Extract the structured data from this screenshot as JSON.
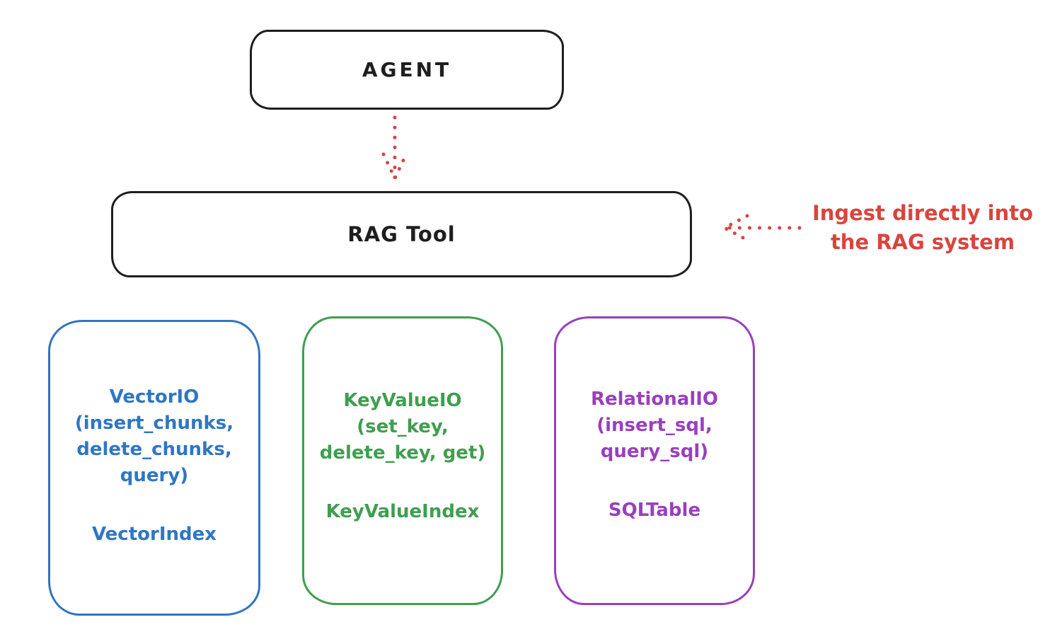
{
  "colors": {
    "ink": "#1e1e1e",
    "red": "#d8453c",
    "blue": "#2f76c4",
    "green": "#3f9e4f",
    "purple": "#9a3fbd",
    "canvas": "#ffffff"
  },
  "nodes": {
    "agent": {
      "label": "AGENT"
    },
    "rag_tool": {
      "label": "RAG Tool"
    },
    "vector_io": {
      "color": "#2f76c4",
      "lines": [
        "VectorIO",
        "(insert_chunks,",
        "delete_chunks,",
        "query)"
      ],
      "index_label": "VectorIndex"
    },
    "key_value_io": {
      "color": "#3f9e4f",
      "lines": [
        "KeyValueIO",
        "(set_key,",
        "delete_key, get)"
      ],
      "index_label": "KeyValueIndex"
    },
    "relational_io": {
      "color": "#9a3fbd",
      "lines": [
        "RelationalIO",
        "(insert_sql,",
        "query_sql)"
      ],
      "index_label": "SQLTable"
    }
  },
  "annotation": {
    "line1": "Ingest directly into",
    "line2": "the RAG system",
    "color": "#d8453c"
  },
  "edges": [
    {
      "from": "agent",
      "to": "rag_tool",
      "style": "dotted-arrow-down"
    },
    {
      "from": "ingest-annotation",
      "to": "rag_tool",
      "style": "dotted-arrow-left"
    }
  ]
}
